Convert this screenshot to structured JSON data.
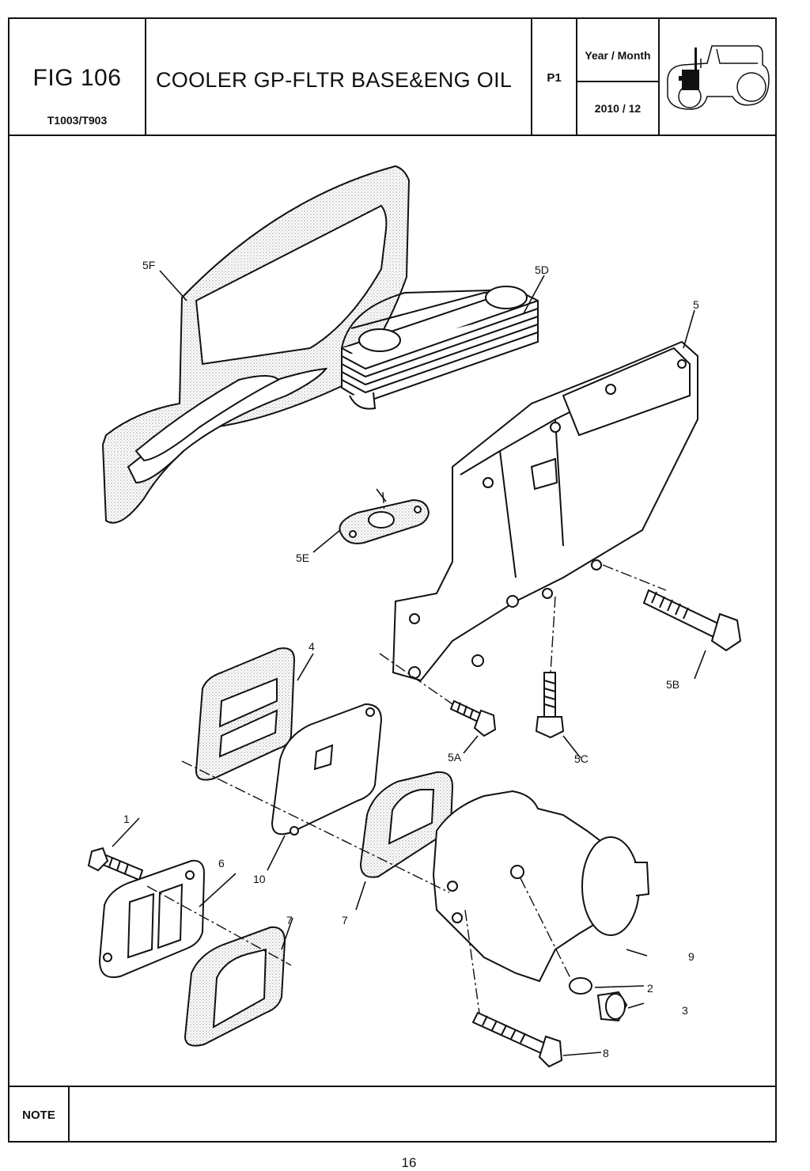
{
  "header": {
    "fig_number": "FIG 106",
    "model": "T1003/T903",
    "title": "COOLER GP-FLTR BASE&ENG OIL",
    "page_code": "P1",
    "year_month_label": "Year / Month",
    "year_month_value": "2010  / 12",
    "thumbnail_icon": "tractor-icon"
  },
  "diagram": {
    "callouts": [
      "5F",
      "5D",
      "5",
      "5E",
      "4",
      "5B",
      "5A",
      "5C",
      "1",
      "6",
      "10",
      "7",
      "7",
      "9",
      "2",
      "3",
      "8"
    ]
  },
  "note": {
    "label": "NOTE",
    "text": ""
  },
  "footer": {
    "page_number": "16"
  }
}
